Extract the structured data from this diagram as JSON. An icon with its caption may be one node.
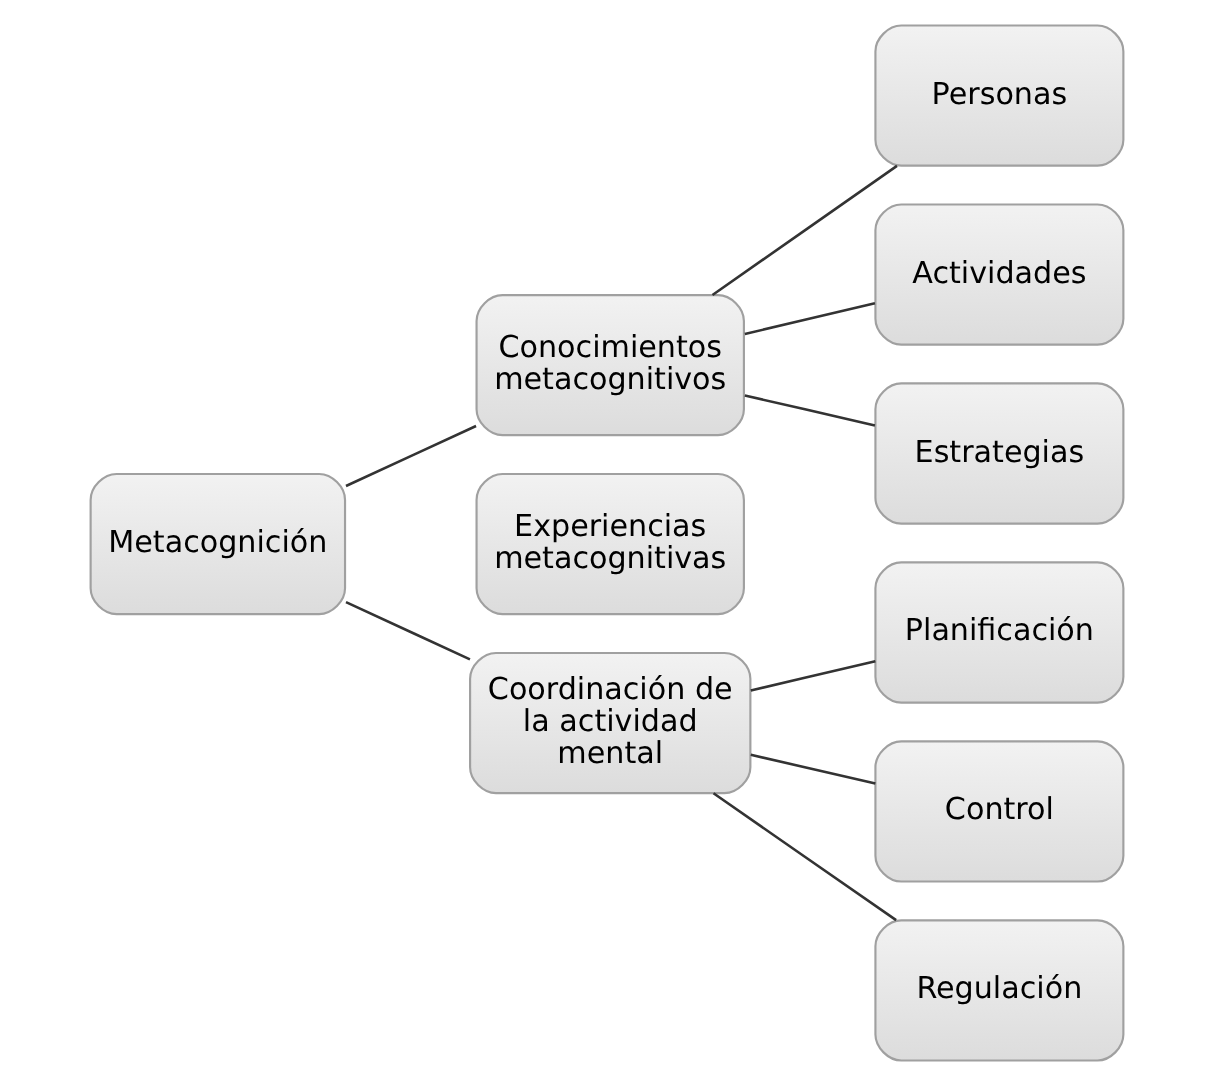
{
  "diagram": {
    "nodes": [
      {
        "text": [
          "Metacognición"
        ]
      },
      {
        "text": [
          "Conocimientos metacognitivos"
        ]
      },
      {
        "text": [
          "Experiencias metacognitivas"
        ]
      },
      {
        "text": [
          "Coordinación de la actividad mental"
        ]
      },
      {
        "text": [
          "Personas"
        ]
      },
      {
        "text": [
          "Actividades"
        ]
      },
      {
        "text": [
          "Estrategias"
        ]
      },
      {
        "text": [
          "Planificación"
        ]
      },
      {
        "text": [
          "Control"
        ]
      },
      {
        "text": [
          "Regulación"
        ]
      }
    ],
    "edges": [
      {
        "from": 0,
        "to": 1,
        "arrow": "none"
      },
      {
        "from": 0,
        "to": 3,
        "arrow": "none"
      },
      {
        "from": 1,
        "to": 4,
        "arrow": "none"
      },
      {
        "from": 1,
        "to": 5,
        "arrow": "none"
      },
      {
        "from": 1,
        "to": 6,
        "arrow": "none"
      },
      {
        "from": 3,
        "to": 7,
        "arrow": "none"
      },
      {
        "from": 3,
        "to": 8,
        "arrow": "none"
      },
      {
        "from": 3,
        "to": 9,
        "arrow": "none"
      }
    ]
  }
}
